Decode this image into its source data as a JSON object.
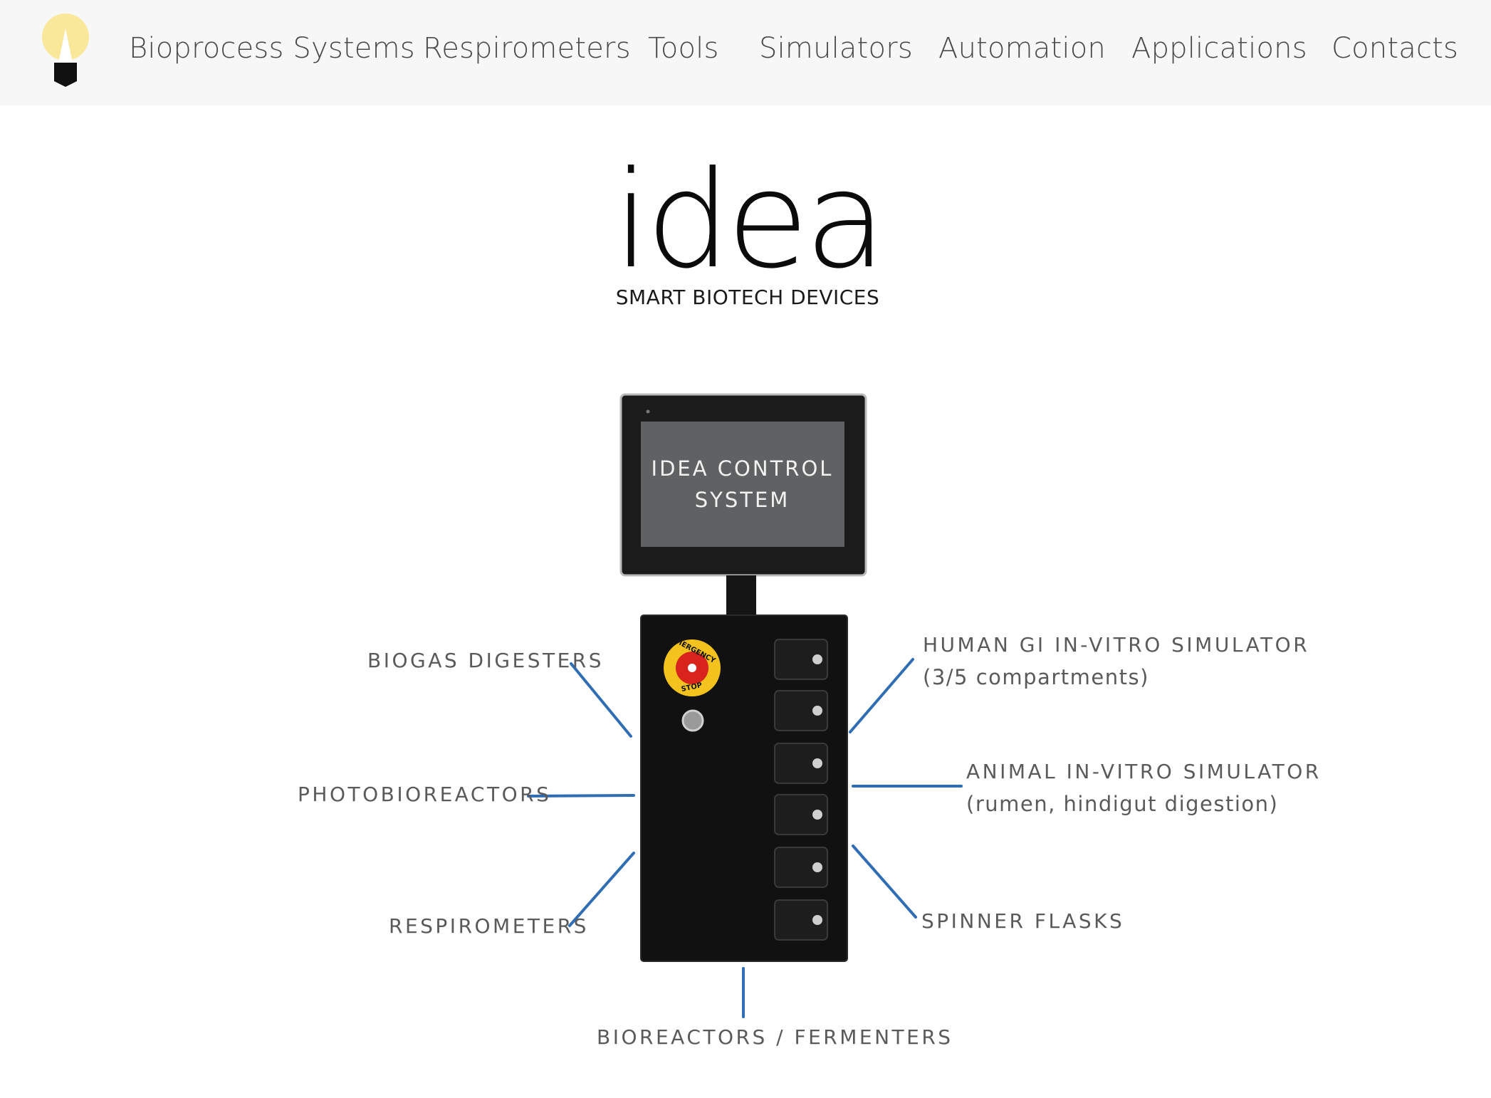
{
  "nav": {
    "items": [
      {
        "label": "Bioprocess Systems"
      },
      {
        "label": "Respirometers"
      },
      {
        "label": "Tools"
      },
      {
        "label": "Simulators"
      },
      {
        "label": "Automation"
      },
      {
        "label": "Applications"
      },
      {
        "label": "Contacts"
      }
    ]
  },
  "brand": {
    "word": "idea",
    "tagline": "SMART BIOTECH DEVICES"
  },
  "device": {
    "screen_text_line1": "IDEA CONTROL",
    "screen_text_line2": "SYSTEM",
    "emergency_top": "EMERGENCY",
    "emergency_bottom": "STOP"
  },
  "labels": {
    "biogas": "BIOGAS DIGESTERS",
    "photobioreactors": "PHOTOBIOREACTORS",
    "respirometers": "RESPIROMETERS",
    "bioreactors": "BIOREACTORS / FERMENTERS",
    "human_gi": "HUMAN GI IN-VITRO SIMULATOR",
    "human_gi_sub": "(3/5 compartments)",
    "animal": "ANIMAL IN-VITRO SIMULATOR",
    "animal_sub": "(rumen, hindigut digestion)",
    "spinner": "SPINNER FLASKS"
  },
  "colors": {
    "nav_bg": "#f7f7f7",
    "logo_bulb": "#f9e79a",
    "connector_blue": "#2f6db5",
    "device_body": "#111111",
    "screen": "#5f6162",
    "emergency_yellow": "#f4c21d",
    "emergency_red": "#d8241d"
  }
}
